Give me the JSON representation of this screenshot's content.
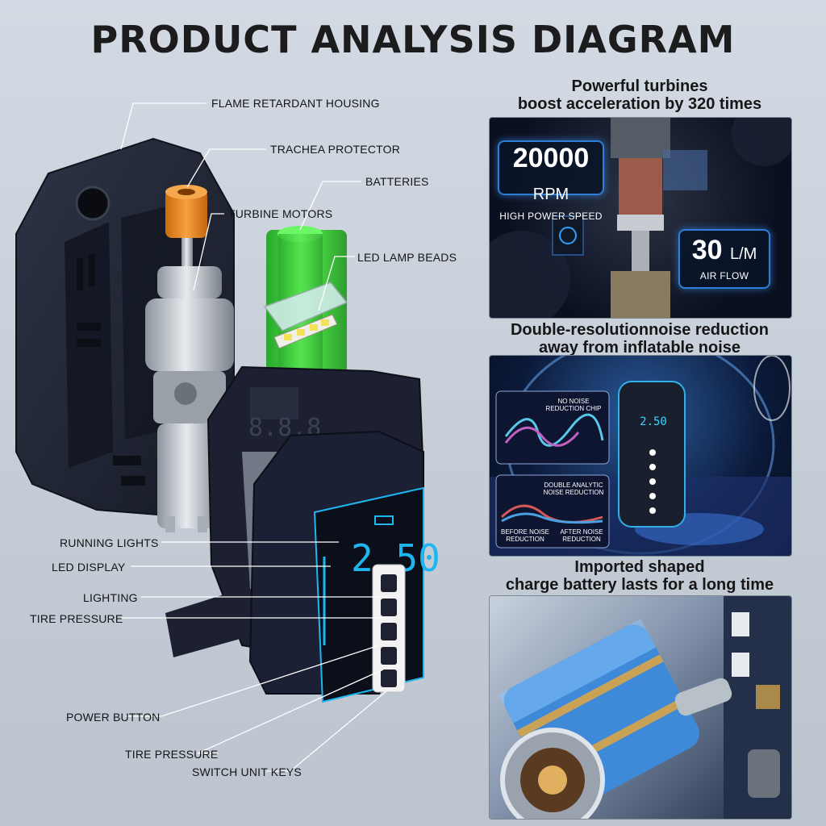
{
  "title": "PRODUCT ANALYSIS DIAGRAM",
  "callouts": {
    "flame_housing": "FLAME RETARDANT HOUSING",
    "trachea_protector": "TRACHEA PROTECTOR",
    "batteries": "BATTERIES",
    "turbine_motors": "TURBINE MOTORS",
    "led_lamp_beads": "LED LAMP BEADS",
    "running_lights": "RUNNING LIGHTS",
    "led_display": "LED DISPLAY",
    "lighting": "LIGHTING",
    "tire_pressure_1": "TIRE PRESSURE",
    "power_button": "POWER BUTTON",
    "tire_pressure_2": "TIRE PRESSURE",
    "switch_unit_keys": "SWITCH UNIT KEYS"
  },
  "device_display": {
    "readout": "2.50",
    "ghost_readout": "8.8.8"
  },
  "panels": [
    {
      "heading_line1": "Powerful turbines",
      "heading_line2": "boost acceleration by 320 times",
      "badge_speed_value": "20000",
      "badge_speed_unit": "RPM",
      "badge_speed_caption": "HIGH POWER SPEED",
      "badge_flow_value": "30",
      "badge_flow_unit": "L/M",
      "badge_flow_caption": "AIR FLOW"
    },
    {
      "heading_line1": "Double-resolutionnoise reduction",
      "heading_line2": "away from inflatable noise",
      "no_noise_caption_1": "NO NOISE",
      "no_noise_caption_2": "REDUCTION CHIP",
      "double_caption_1": "DOUBLE ANALYTIC",
      "double_caption_2": "NOISE REDUCTION",
      "before_caption_1": "BEFORE NOISE",
      "before_caption_2": "REDUCTION",
      "after_caption_1": "AFTER NOISE",
      "after_caption_2": "REDUCTION",
      "device_readout": "2.50"
    },
    {
      "heading_line1": "Imported shaped",
      "heading_line2": "charge battery lasts for a long time"
    }
  ],
  "colors": {
    "housing": "#23283a",
    "battery": "#3ed43c",
    "orange_cap": "#e8861e",
    "display_blue": "#1fb6f0",
    "panel_dark": "#0b1426"
  }
}
